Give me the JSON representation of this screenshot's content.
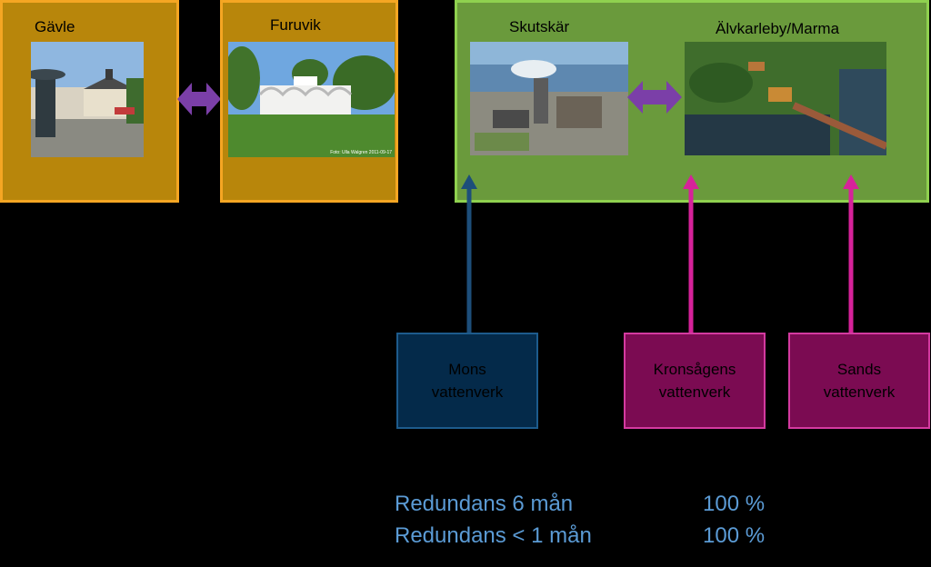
{
  "regions": {
    "gavle": {
      "label": "Gävle"
    },
    "furuvik": {
      "label": "Furuvik"
    },
    "skutskar": {
      "label": "Skutskär"
    },
    "alvkarleby": {
      "label": "Älvkarleby/Marma"
    }
  },
  "photos": {
    "furuvik_caption": "Foto: Ulla Walgren 2011-09-17"
  },
  "sources": [
    {
      "line1": "Mons",
      "line2": "vattenverk"
    },
    {
      "line1": "Kronsågens",
      "line2": "vattenverk"
    },
    {
      "line1": "Sands",
      "line2": "vattenverk"
    }
  ],
  "redundancy": [
    {
      "label": "Redundans 6 mån",
      "value": "100 %"
    },
    {
      "label": "Redundans < 1 mån",
      "value": "100 %"
    }
  ],
  "colors": {
    "orange_fill": "#b8860b",
    "green_fill": "#6a9a3c",
    "mons_arrow": "#1d4e7a",
    "pink_arrow": "#d6229a",
    "double_arrow": "#7b3fa8",
    "stat_text": "#5b9bd5"
  }
}
